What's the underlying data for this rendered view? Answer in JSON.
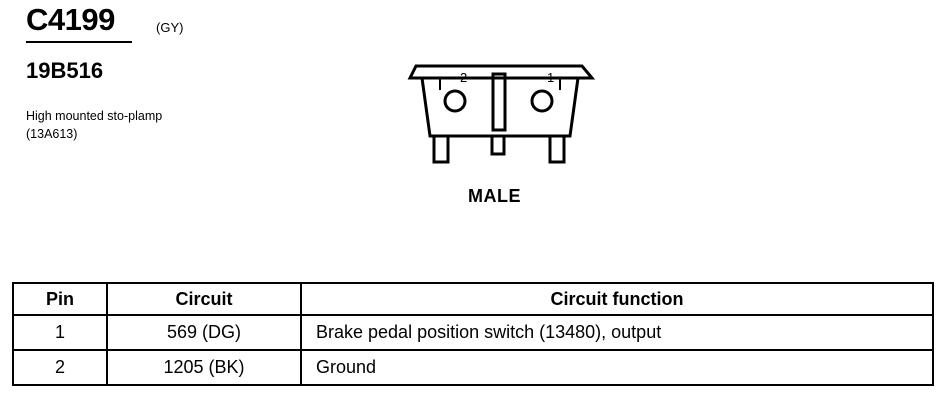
{
  "header": {
    "connector_id": "C4199",
    "color_code": "(GY)",
    "part_number": "19B516",
    "description": "High mounted sto-plamp (13A613)"
  },
  "diagram": {
    "pin_labels": [
      "2",
      "1"
    ],
    "caption": "MALE"
  },
  "table": {
    "headers": [
      "Pin",
      "Circuit",
      "Circuit function"
    ],
    "rows": [
      {
        "pin": "1",
        "circuit": "569 (DG)",
        "function": "Brake pedal position switch (13480), output"
      },
      {
        "pin": "2",
        "circuit": "1205 (BK)",
        "function": "Ground"
      }
    ]
  }
}
